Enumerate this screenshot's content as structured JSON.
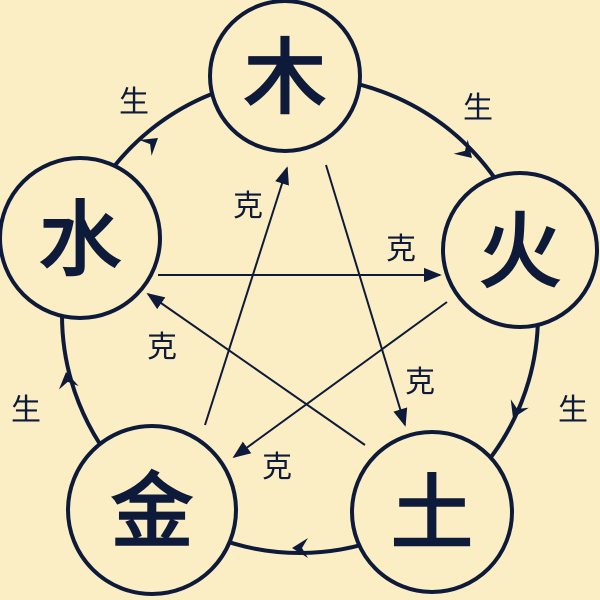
{
  "elements": {
    "wood": "木",
    "fire": "火",
    "earth": "土",
    "metal": "金",
    "water": "水"
  },
  "generate_label": "生",
  "overcome_label": "克",
  "colors": {
    "background": "#fbeec4",
    "ink": "#0d1a3a"
  }
}
